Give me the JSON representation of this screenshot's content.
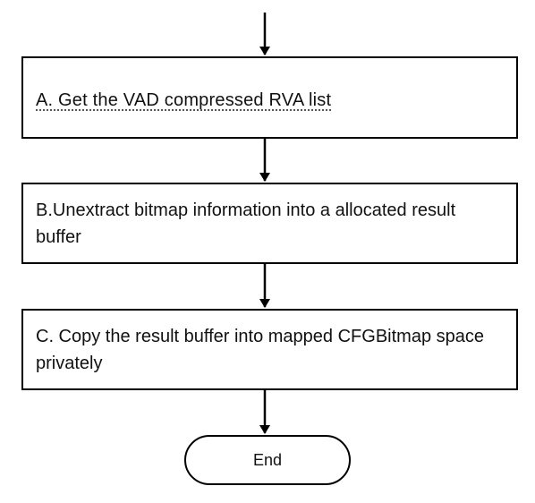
{
  "steps": {
    "a": {
      "label": "A. Get the VAD compressed RVA list"
    },
    "b": {
      "label": "B.Unextract bitmap information  into a allocated result buffer"
    },
    "c": {
      "label": "C. Copy the result buffer into mapped CFGBitmap space privately"
    }
  },
  "terminal": {
    "label": "End"
  }
}
